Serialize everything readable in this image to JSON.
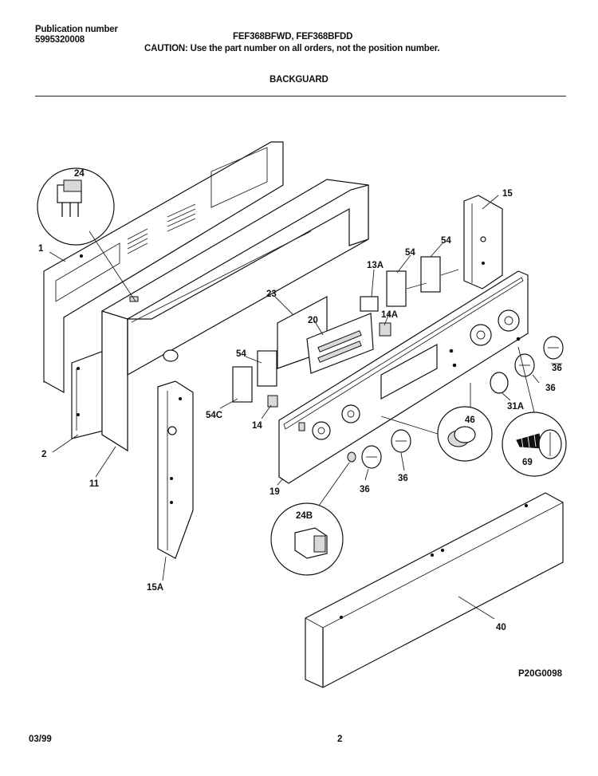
{
  "header": {
    "publication_label": "Publication number",
    "publication_number": "5995320008",
    "models": "FEF368BFWD, FEF368BFDD",
    "caution": "CAUTION:  Use the part number on all orders, not the position number.",
    "section_title": "BACKGUARD"
  },
  "parts": {
    "p1": "1",
    "p2": "2",
    "p11": "11",
    "p13a": "13A",
    "p14": "14",
    "p14a": "14A",
    "p15": "15",
    "p15a": "15A",
    "p19": "19",
    "p20": "20",
    "p23": "23",
    "p24": "24",
    "p24b": "24B",
    "p31a": "31A",
    "p36a": "36",
    "p36b": "36",
    "p36c": "36",
    "p36d": "36",
    "p40": "40",
    "p46": "46",
    "p54a": "54",
    "p54b": "54",
    "p54c": "54",
    "p54c2": "54C",
    "p69": "69"
  },
  "footer": {
    "drawing_code": "P20G0098",
    "date": "03/99",
    "page_number": "2"
  }
}
